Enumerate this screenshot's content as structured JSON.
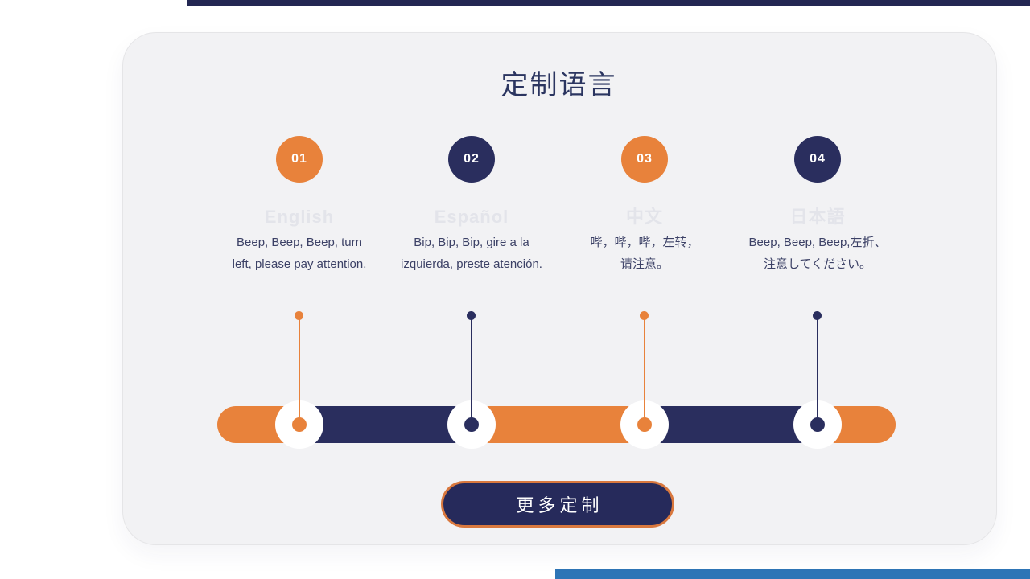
{
  "section": {
    "title": "定制语言",
    "button_label": "更多定制"
  },
  "steps": [
    {
      "number": "01",
      "language": "English",
      "accent": "orange",
      "desc_line1": "Beep, Beep, Beep, turn",
      "desc_line2": "left, please pay attention."
    },
    {
      "number": "02",
      "language": "Español",
      "accent": "navy",
      "desc_line1": "Bip, Bip, Bip, gire a la",
      "desc_line2": "izquierda, preste atención."
    },
    {
      "number": "03",
      "language": "中文",
      "accent": "orange",
      "desc_line1": "哔，哔，哔，左转，",
      "desc_line2": "请注意。"
    },
    {
      "number": "04",
      "language": "日本語",
      "accent": "navy",
      "desc_line1": "Beep, Beep, Beep,左折、",
      "desc_line2": "注意してください。"
    }
  ],
  "colors": {
    "orange": "#E8823B",
    "navy": "#2A2E5E",
    "title_text": "#2B3560",
    "description_text": "#3C4166",
    "card_background": "#F2F2F4",
    "watermark_text": "#E3E4EA",
    "top_edge_strip": "#232753",
    "bottom_edge_strip": "#2E75B6",
    "button_border": "#D9783E"
  }
}
